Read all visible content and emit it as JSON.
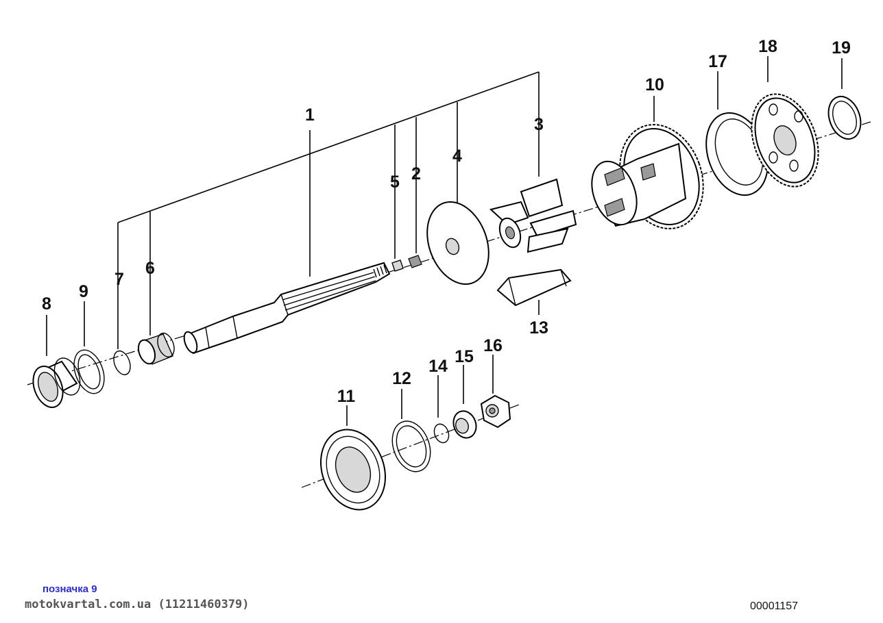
{
  "labels": {
    "p1": "1",
    "p2": "2",
    "p3": "3",
    "p4": "4",
    "p5": "5",
    "p6": "6",
    "p7": "7",
    "p8": "8",
    "p9": "9",
    "p10": "10",
    "p11": "11",
    "p12": "12",
    "p13": "13",
    "p14": "14",
    "p15": "15",
    "p16": "16",
    "p17": "17",
    "p18": "18",
    "p19": "19"
  },
  "caption": "позначка 9",
  "watermark": "motokvartal.com.ua (11211460379)",
  "document_number": "00001157"
}
